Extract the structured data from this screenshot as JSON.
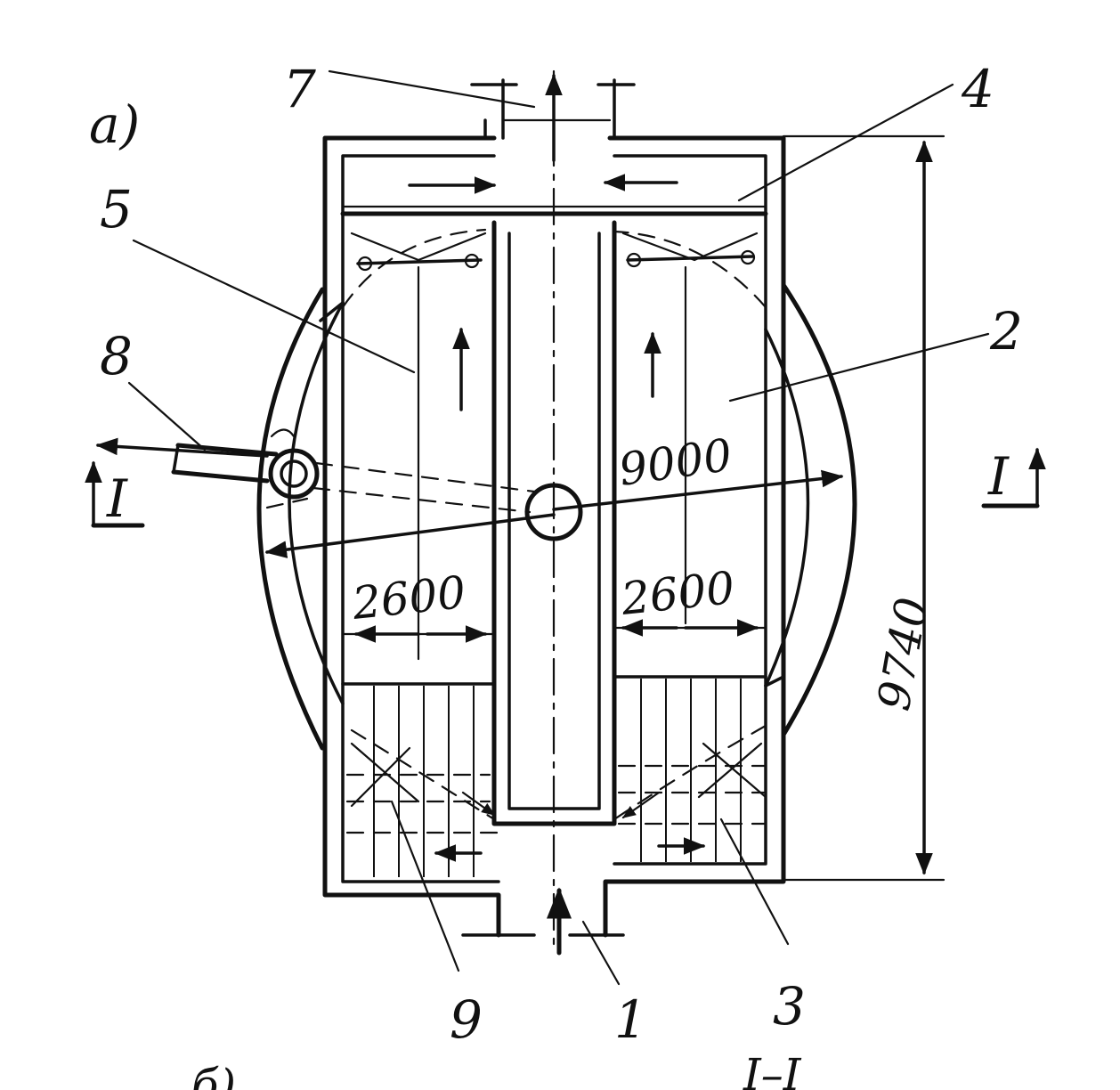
{
  "figure": {
    "panel_label": "a)",
    "section_label": "I",
    "section_title": "I–I",
    "bottom_label": "б)"
  },
  "callouts": {
    "c1": "1",
    "c2": "2",
    "c3": "3",
    "c4": "4",
    "c5": "5",
    "c7": "7",
    "c8": "8",
    "c9": "9"
  },
  "dimensions": {
    "diameter": "9000",
    "height": "9740",
    "width_left": "2600",
    "width_right": "2600"
  },
  "colors": {
    "ink": "#111111",
    "paper": "#ffffff"
  }
}
